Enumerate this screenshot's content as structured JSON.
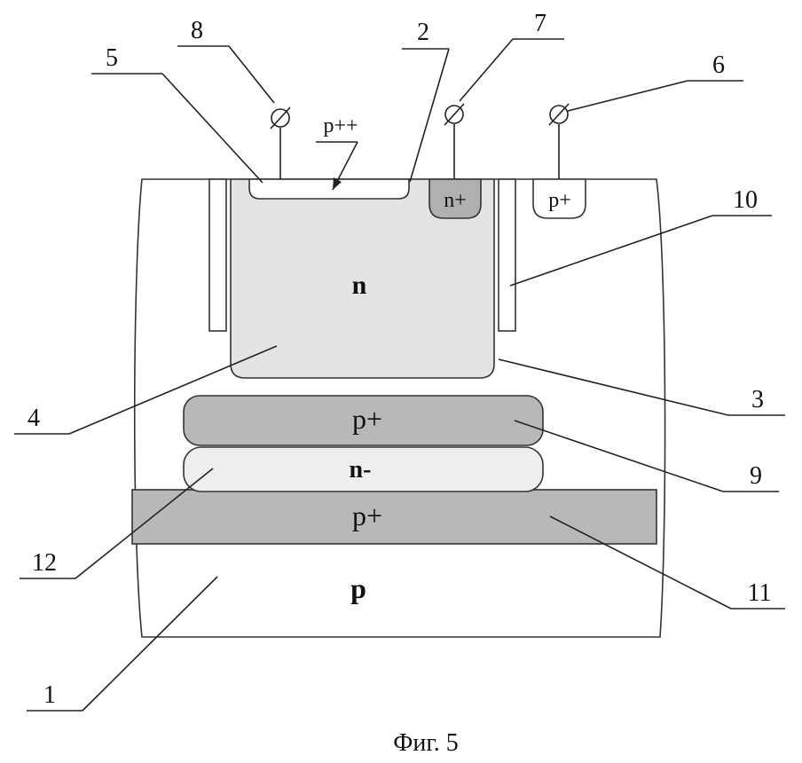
{
  "colors": {
    "n_region": "#e4e4e4",
    "p_plus_region": "#b8b8b8",
    "n_plus_region": "#b0b0b0",
    "n_minus_region": "#eeeeee",
    "outline": "#333333",
    "background": "#ffffff"
  },
  "regions": {
    "n": "n",
    "p_plus_plus": "p++",
    "n_plus": "n+",
    "p_plus_contact": "p+",
    "p_plus_buried": "p+",
    "n_minus": "n-",
    "p_plus_layer": "p+",
    "p_substrate": "p"
  },
  "callouts": [
    "1",
    "2",
    "3",
    "4",
    "5",
    "6",
    "7",
    "8",
    "9",
    "10",
    "11",
    "12"
  ],
  "caption": "Фиг. 5"
}
